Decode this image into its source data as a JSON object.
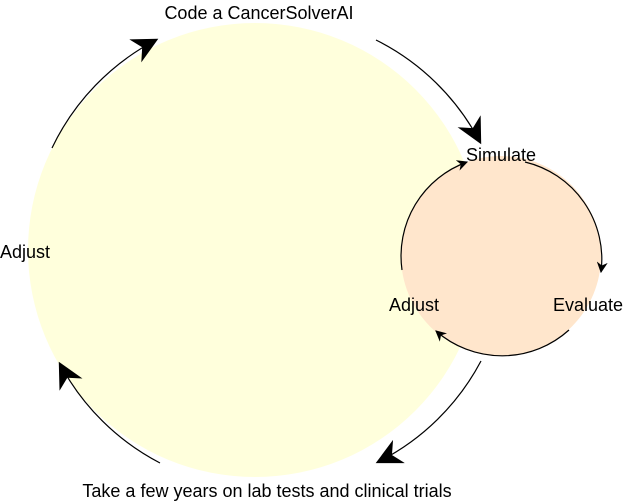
{
  "diagram": {
    "outer_cycle": {
      "top": "Code a CancerSolverAI",
      "left": "Adjust",
      "bottom": "Take a few years on lab tests and clinical trials"
    },
    "inner_cycle": {
      "top": "Simulate",
      "right": "Evaluate",
      "left": "Adjust"
    }
  },
  "colors": {
    "outer_fill": "#ffffdc",
    "inner_fill": "#ffe6cc",
    "stroke": "#000000"
  }
}
